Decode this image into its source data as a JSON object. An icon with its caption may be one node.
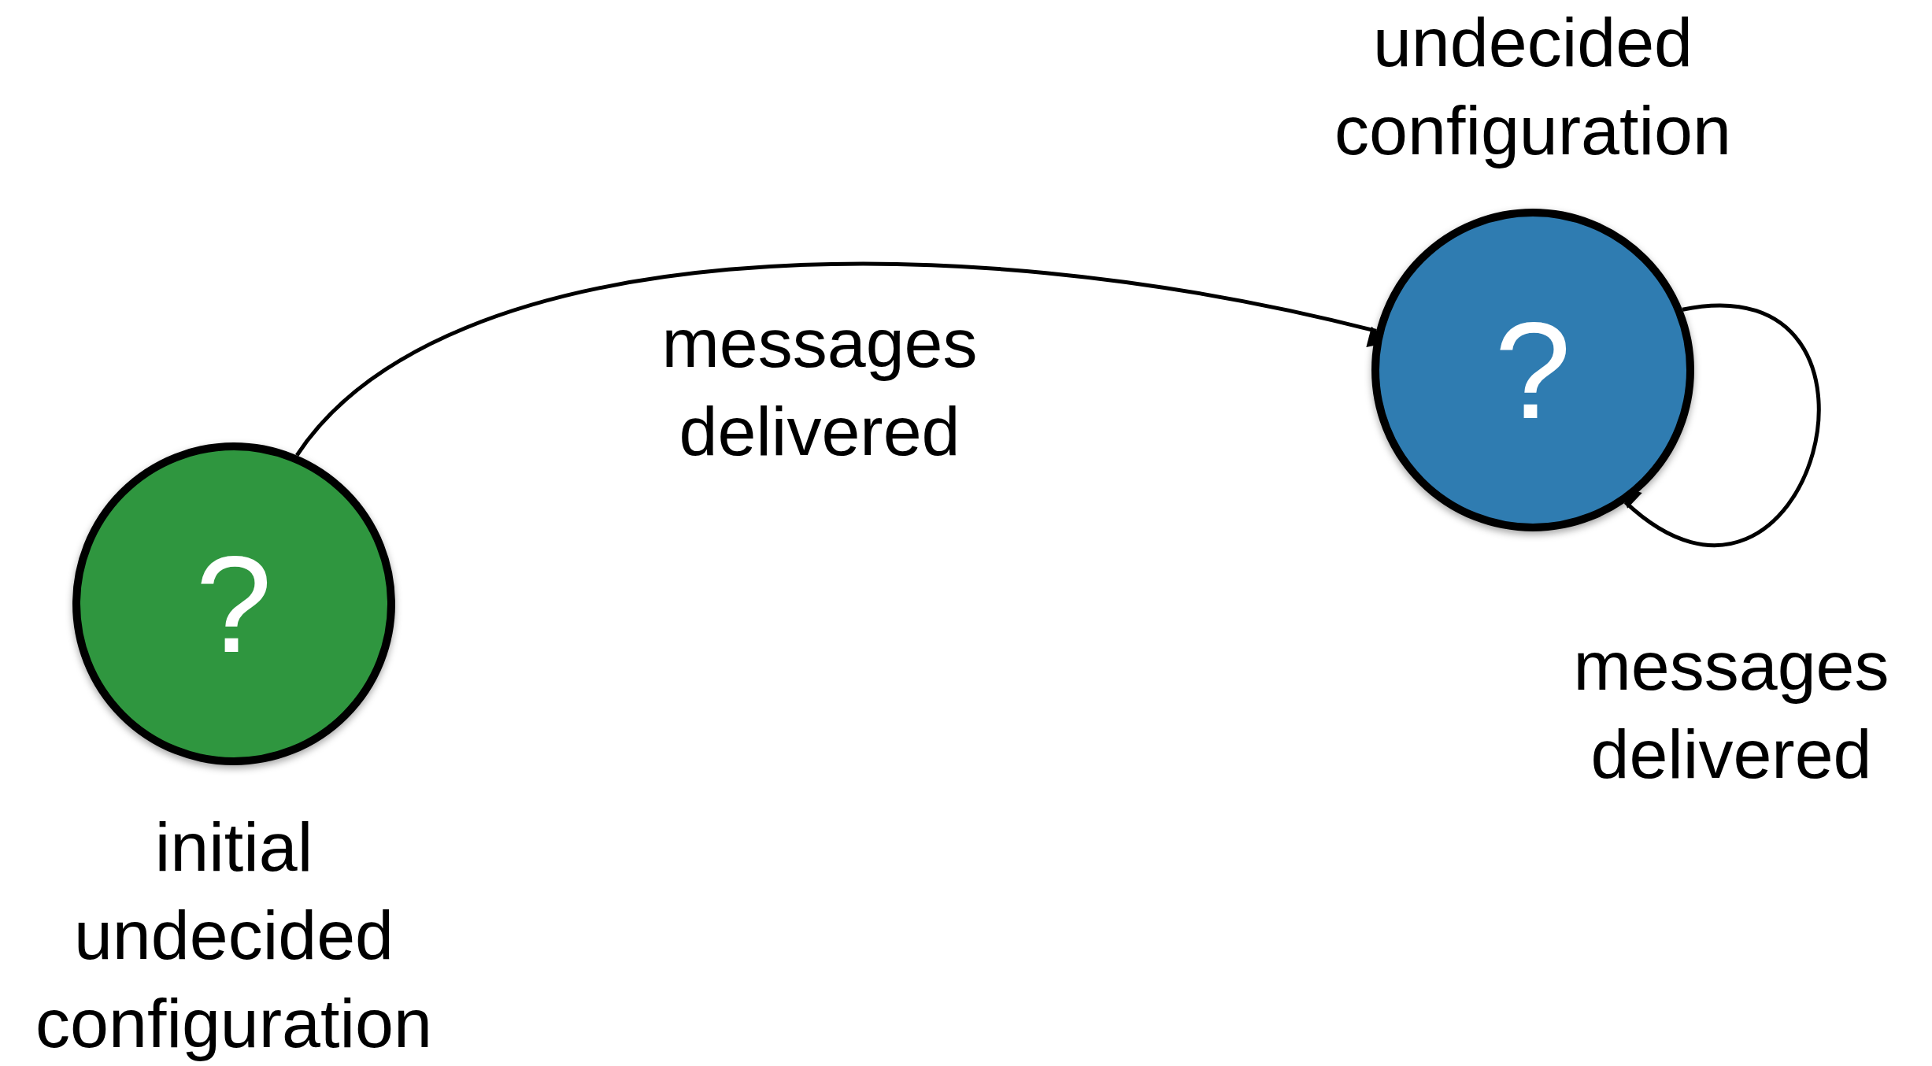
{
  "diagram": {
    "nodes": [
      {
        "text": [
          "?"
        ],
        "beside": [
          "initial undecided configuration"
        ]
      },
      {
        "text": [
          "?"
        ],
        "beside": [
          "undecided configuration"
        ]
      }
    ],
    "edges": [
      {
        "from": 0,
        "to": 1,
        "arrow": "to",
        "label": "messages delivered"
      },
      {
        "from": 1,
        "to": 1,
        "arrow": "to",
        "label": "messages delivered"
      }
    ]
  }
}
